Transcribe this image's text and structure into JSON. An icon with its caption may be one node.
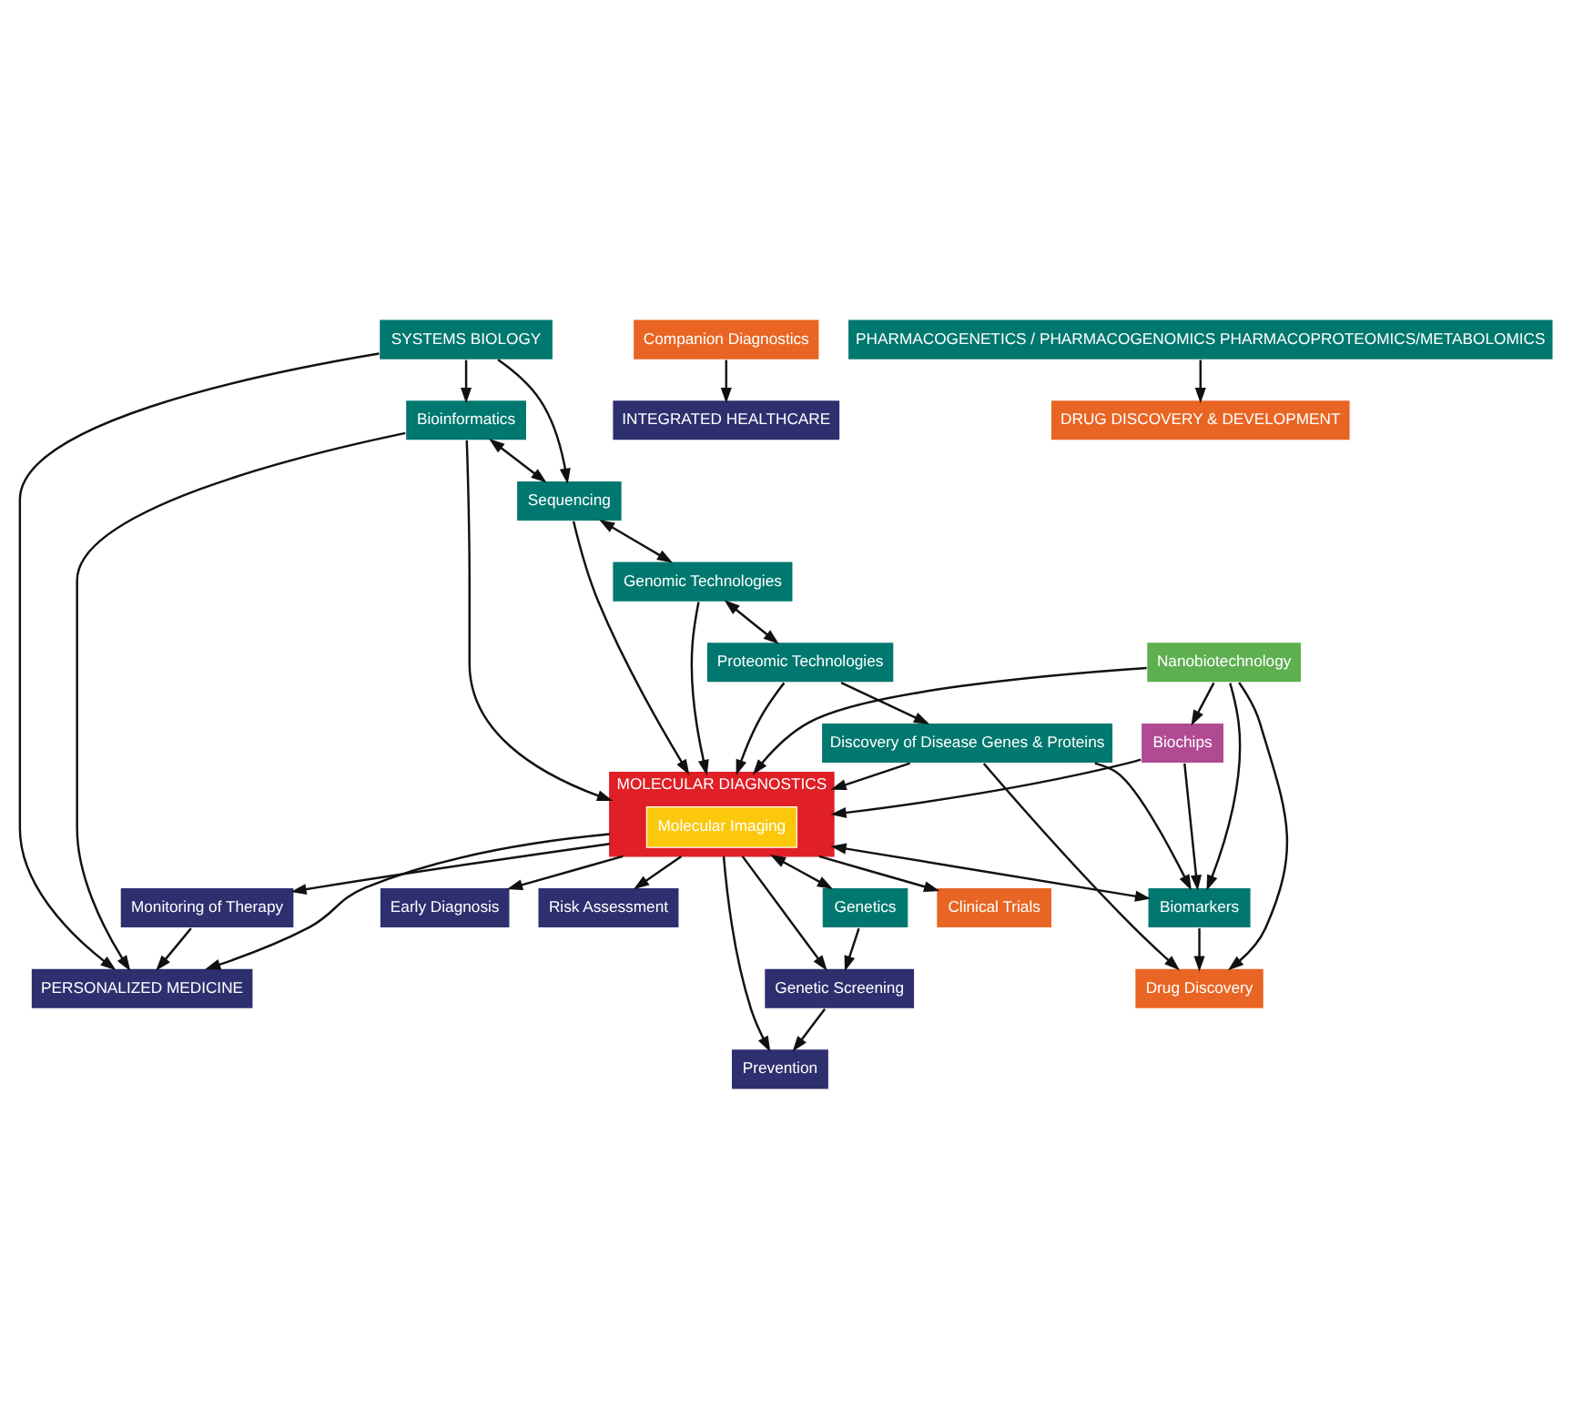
{
  "diagram": {
    "nodes": [
      {
        "text": [
          "PERSONALIZED MEDICINE"
        ]
      },
      {
        "text": [
          "INTEGRATED HEALTHCARE"
        ]
      },
      {
        "text": [
          "PHARMACOGENETICS / PHARMACOGENOMICS PHARMACOPROTEOMICS/METABOLOMICS"
        ]
      },
      {
        "text": [
          "SYSTEMS BIOLOGY"
        ]
      },
      {
        "text": [
          "Bioinformatics"
        ]
      },
      {
        "text": [
          "Sequencing"
        ]
      },
      {
        "text": [
          "Monitoring of Therapy"
        ]
      },
      {
        "text": [
          "MOLECULAR DIAGNOSTICS"
        ]
      },
      {
        "text": [
          "Molecular Imaging"
        ],
        "in": 7
      },
      {
        "text": [
          "Genomic Technologies"
        ]
      },
      {
        "text": [
          "Early Diagnosis"
        ]
      },
      {
        "text": [
          "Proteomic Technologies"
        ]
      },
      {
        "text": [
          "Risk Assessment"
        ]
      },
      {
        "text": [
          "Discovery of Disease Genes & Proteins"
        ]
      },
      {
        "text": [
          "Prevention"
        ]
      },
      {
        "text": [
          "Biomarkers"
        ]
      },
      {
        "text": [
          "Biochips"
        ]
      },
      {
        "text": [
          "Genetic Screening"
        ]
      },
      {
        "text": [
          "Nanobiotechnology"
        ]
      },
      {
        "text": [
          "Genetics"
        ]
      },
      {
        "text": [
          "Companion Diagnostics"
        ]
      },
      {
        "text": [
          "Clinical Trials"
        ]
      },
      {
        "text": [
          "Drug Discovery"
        ]
      },
      {
        "text": [
          "DRUG DISCOVERY & DEVELOPMENT"
        ]
      }
    ],
    "edges": [
      {
        "from": 3,
        "to": 0,
        "arrow": "to"
      },
      {
        "from": 3,
        "to": 4,
        "arrow": "to"
      },
      {
        "from": 3,
        "to": 5,
        "arrow": "to"
      },
      {
        "from": 4,
        "to": 0,
        "arrow": "to"
      },
      {
        "from": 7,
        "to": 0,
        "arrow": "to"
      },
      {
        "from": 6,
        "to": 0,
        "arrow": "to"
      },
      {
        "from": 4,
        "to": 5,
        "arrow": "both"
      },
      {
        "from": 4,
        "to": 7,
        "arrow": "to"
      },
      {
        "from": 5,
        "to": 7,
        "arrow": "to"
      },
      {
        "from": 5,
        "to": 9,
        "arrow": "both"
      },
      {
        "from": 9,
        "to": 7,
        "arrow": "to"
      },
      {
        "from": 9,
        "to": 11,
        "arrow": "both"
      },
      {
        "from": 11,
        "to": 7,
        "arrow": "to"
      },
      {
        "from": 11,
        "to": 13,
        "arrow": "to"
      },
      {
        "from": 13,
        "to": 7,
        "arrow": "to"
      },
      {
        "from": 13,
        "to": 15,
        "arrow": "to"
      },
      {
        "from": 7,
        "to": 15,
        "arrow": "both"
      },
      {
        "from": 7,
        "to": 6,
        "arrow": "to"
      },
      {
        "from": 7,
        "to": 10,
        "arrow": "to"
      },
      {
        "from": 7,
        "to": 12,
        "arrow": "to"
      },
      {
        "from": 7,
        "to": 14,
        "arrow": "to"
      },
      {
        "from": 7,
        "to": 17,
        "arrow": "to"
      },
      {
        "from": 7,
        "to": 19,
        "arrow": "both"
      },
      {
        "from": 7,
        "to": 21,
        "arrow": "to"
      },
      {
        "from": 18,
        "to": 7,
        "arrow": "to"
      },
      {
        "from": 16,
        "to": 7,
        "arrow": "to"
      },
      {
        "from": 16,
        "to": 15,
        "arrow": "to"
      },
      {
        "from": 18,
        "to": 16,
        "arrow": "to"
      },
      {
        "from": 18,
        "to": 15,
        "arrow": "to"
      },
      {
        "from": 18,
        "to": 22,
        "arrow": "to"
      },
      {
        "from": 15,
        "to": 22,
        "arrow": "to"
      },
      {
        "from": 13,
        "to": 22,
        "arrow": "to"
      },
      {
        "from": 17,
        "to": 14,
        "arrow": "to"
      },
      {
        "from": 19,
        "to": 17,
        "arrow": "to"
      },
      {
        "from": 20,
        "to": 1,
        "arrow": "to"
      },
      {
        "from": 2,
        "to": 23,
        "arrow": "to"
      }
    ]
  }
}
